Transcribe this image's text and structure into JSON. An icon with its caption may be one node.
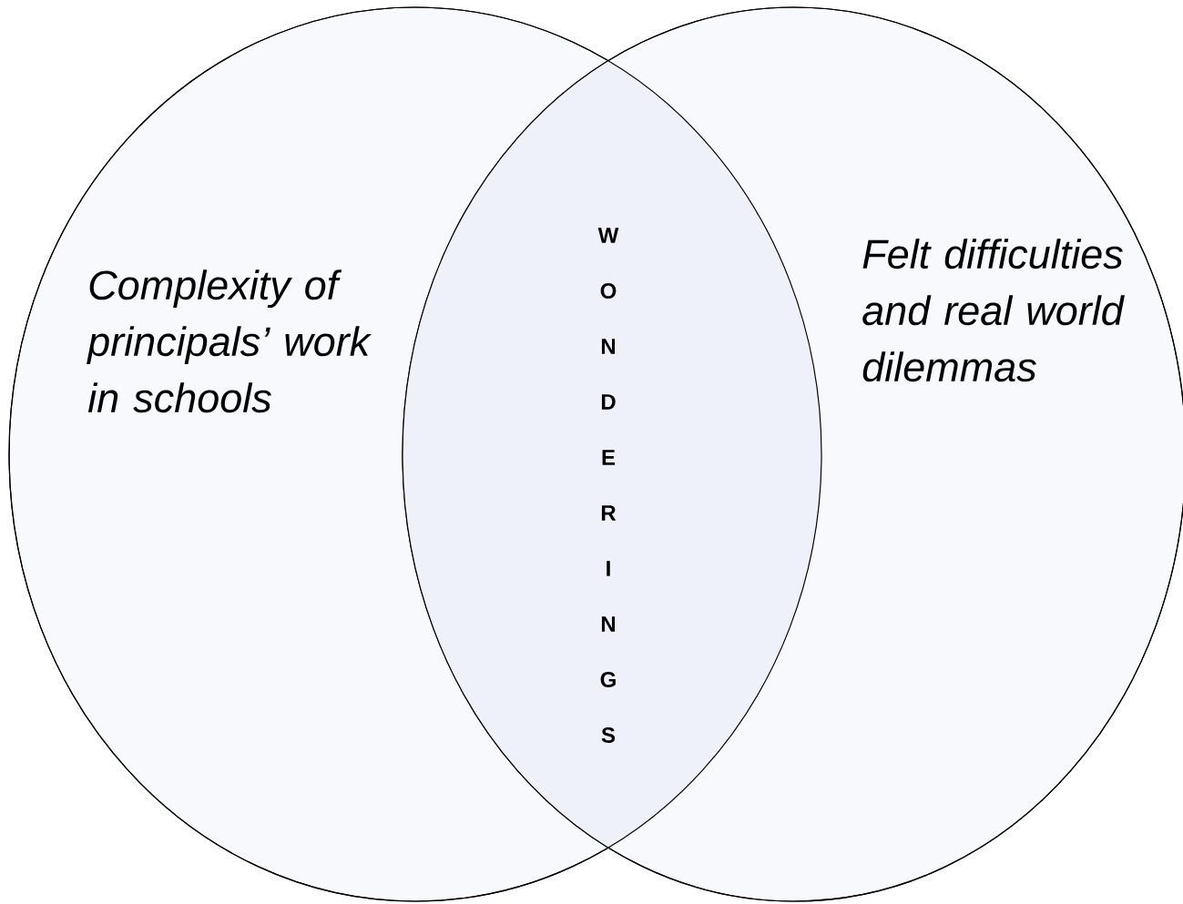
{
  "diagram": {
    "nodes": [
      {
        "text": [
          "Complexity of principals’ work in schools"
        ]
      },
      {
        "text": [
          "Felt difficulties and real world dilemmas"
        ]
      }
    ],
    "labels": [
      "WONDERINGS"
    ]
  }
}
